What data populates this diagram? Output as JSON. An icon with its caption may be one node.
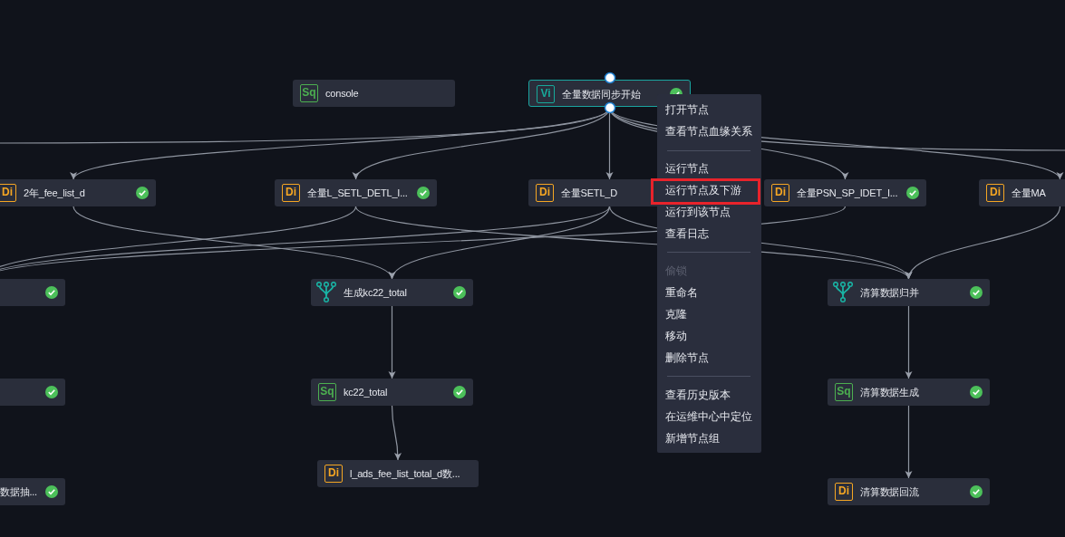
{
  "diagram": {
    "nodes": [
      {
        "text": [
          "Sq",
          "console"
        ]
      },
      {
        "text": [
          "Vi",
          "全量数据同步开始"
        ]
      },
      {
        "text": [
          "Di",
          "2年_fee_list_d"
        ]
      },
      {
        "text": [
          "Di",
          "全量L_SETL_DETL_I..."
        ]
      },
      {
        "text": [
          "Di",
          "全量SETL_D"
        ]
      },
      {
        "text": [
          "Di",
          "全量PSN_SP_IDET_I..."
        ]
      },
      {
        "text": [
          "Di",
          "全量MA"
        ]
      },
      {
        "text": [],
        "shape": "box"
      },
      {
        "text": [
          "生成kc22_total"
        ]
      },
      {
        "text": [
          "清算数据归并"
        ]
      },
      {
        "text": [],
        "shape": "box"
      },
      {
        "text": [
          "Sq",
          "kc22_total"
        ]
      },
      {
        "text": [
          "Sq",
          "清算数据生成"
        ]
      },
      {
        "text": [
          "数据抽..."
        ]
      },
      {
        "text": [
          "Di",
          "l_ads_fee_list_total_d数..."
        ]
      },
      {
        "text": [
          "Di",
          "清算数据回流"
        ]
      }
    ],
    "edges": [
      {
        "from": 1,
        "to": null,
        "arrow": "none"
      },
      {
        "from": 1,
        "to": 2,
        "arrow": "to"
      },
      {
        "from": 1,
        "to": 3,
        "arrow": "to"
      },
      {
        "from": 1,
        "to": 4,
        "arrow": "to"
      },
      {
        "from": 1,
        "to": 5,
        "arrow": "to"
      },
      {
        "from": 1,
        "to": 6,
        "arrow": "to"
      },
      {
        "from": 1,
        "to": null,
        "arrow": "none"
      },
      {
        "from": 2,
        "to": 8,
        "arrow": "to"
      },
      {
        "from": 3,
        "to": 7,
        "arrow": "to"
      },
      {
        "from": 3,
        "to": 9,
        "arrow": "to"
      },
      {
        "from": 4,
        "to": 7,
        "arrow": "to"
      },
      {
        "from": 4,
        "to": 8,
        "arrow": "to"
      },
      {
        "from": 4,
        "to": 9,
        "arrow": "to"
      },
      {
        "from": 5,
        "to": 7,
        "arrow": "to"
      },
      {
        "from": 6,
        "to": 9,
        "arrow": "to"
      },
      {
        "from": 8,
        "to": 11,
        "arrow": "to"
      },
      {
        "from": 11,
        "to": 14,
        "arrow": "to"
      },
      {
        "from": 9,
        "to": 12,
        "arrow": "to"
      },
      {
        "from": 12,
        "to": 15,
        "arrow": "to"
      }
    ],
    "labels": [
      "打开节点",
      "查看节点血缘关系",
      "运行节点",
      "运行节点及下游",
      "运行到该节点",
      "查看日志",
      "偷锁",
      "重命名",
      "克隆",
      "移动",
      "删除节点",
      "查看历史版本",
      "在运维中心中定位",
      "新增节点组"
    ]
  }
}
